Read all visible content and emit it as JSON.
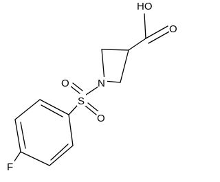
{
  "molecule": {
    "atoms": {
      "carboxyl_hydroxyl": "HO",
      "carboxyl_oxygen": "O",
      "ring_nitrogen": "N",
      "sulfur": "S",
      "sulfonyl_oxygen_1": "O",
      "sulfonyl_oxygen_2": "O",
      "fluorine": "F"
    },
    "colors": {
      "bond": "#000000",
      "text": "#000000",
      "background": "#ffffff"
    }
  }
}
